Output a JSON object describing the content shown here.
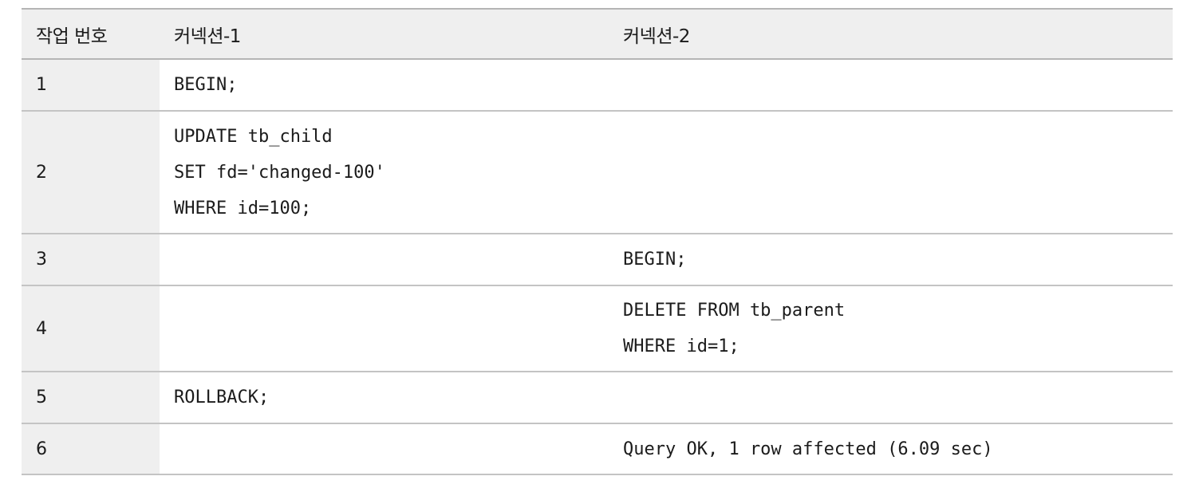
{
  "table": {
    "headers": [
      "작업 번호",
      "커넥션-1",
      "커넥션-2"
    ],
    "rows": [
      {
        "step": "1",
        "conn1": [
          "BEGIN;"
        ],
        "conn2": []
      },
      {
        "step": "2",
        "conn1": [
          "UPDATE tb_child",
          "SET fd='changed-100'",
          "WHERE id=100;"
        ],
        "conn2": []
      },
      {
        "step": "3",
        "conn1": [],
        "conn2": [
          "BEGIN;"
        ]
      },
      {
        "step": "4",
        "conn1": [],
        "conn2": [
          "DELETE FROM tb_parent",
          "WHERE id=1;"
        ]
      },
      {
        "step": "5",
        "conn1": [
          "ROLLBACK;"
        ],
        "conn2": []
      },
      {
        "step": "6",
        "conn1": [],
        "conn2": [
          "Query OK, 1 row affected (6.09 sec)"
        ]
      }
    ]
  },
  "colors": {
    "header_bg": "#efefef",
    "step_col_bg": "#efefef",
    "border": "#c4c4c4",
    "text": "#1b1b1b"
  }
}
